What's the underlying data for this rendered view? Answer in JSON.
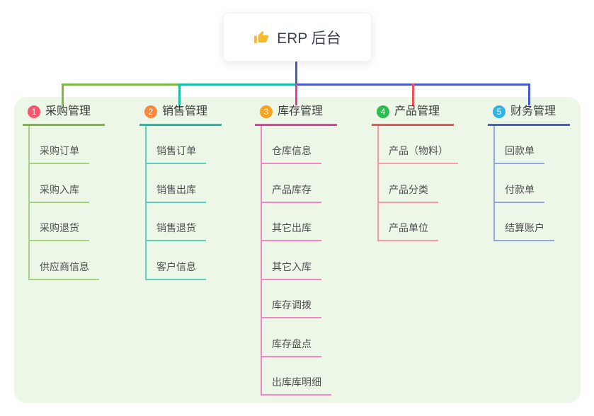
{
  "root": {
    "label": "ERP 后台",
    "icon": "thumbs-up"
  },
  "colors": {
    "stem_blue": "#4a5bd0",
    "container_bg": "#ecf7e8",
    "thumb_yellow": "#f5bb2d",
    "root_text": "#3d4454"
  },
  "branches": [
    {
      "id": "purchase",
      "badge": "1",
      "label": "采购管理",
      "badge_color": "#f8566c",
      "line_color": "#7cb93e",
      "item_line_color": "#a6d37f",
      "items": [
        "采购订单",
        "采购入库",
        "采购退货",
        "供应商信息"
      ]
    },
    {
      "id": "sales",
      "badge": "2",
      "label": "销售管理",
      "badge_color": "#f8883f",
      "line_color": "#1bc0a8",
      "item_line_color": "#5fcfc0",
      "items": [
        "销售订单",
        "销售出库",
        "销售退货",
        "客户信息"
      ]
    },
    {
      "id": "inventory",
      "badge": "3",
      "label": "库存管理",
      "badge_color": "#f8a11d",
      "line_color": "#ec3a9c",
      "item_line_color": "#f287c3",
      "items": [
        "仓库信息",
        "产品库存",
        "其它出库",
        "其它入库",
        "库存调拨",
        "库存盘点",
        "出库库明细"
      ]
    },
    {
      "id": "product",
      "badge": "4",
      "label": "产品管理",
      "badge_color": "#2cbd4f",
      "line_color": "#f85058",
      "item_line_color": "#f99ba4",
      "items": [
        "产品（物料）",
        "产品分类",
        "产品单位"
      ]
    },
    {
      "id": "finance",
      "badge": "5",
      "label": "财务管理",
      "badge_color": "#35b1e6",
      "line_color": "#4a5bd0",
      "item_line_color": "#93a7e8",
      "items": [
        "回款单",
        "付款单",
        "结算账户"
      ]
    }
  ]
}
